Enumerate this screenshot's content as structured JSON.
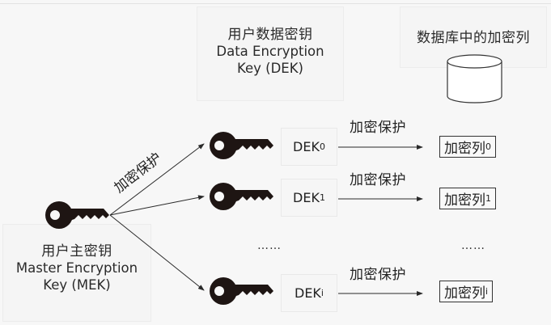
{
  "mek": {
    "label_cn": "用户主密钥",
    "label_en_line1": "Master Encryption",
    "label_en_line2": "Key (MEK)",
    "icon": "key-icon"
  },
  "dek_header": {
    "label_cn": "用户数据密钥",
    "label_en_line1": "Data Encryption",
    "label_en_line2": "Key (DEK)"
  },
  "database": {
    "title": "数据库中的加密列",
    "icon": "database-cylinder-icon"
  },
  "mek_arrow_label": "加密保护",
  "rows": [
    {
      "dek_name": "DEK",
      "dek_sub": "0",
      "arrow_label": "加密保护",
      "column_name": "加密列",
      "column_sub": "0"
    },
    {
      "dek_name": "DEK",
      "dek_sub": "1",
      "arrow_label": "加密保护",
      "column_name": "加密列",
      "column_sub": "1"
    },
    {
      "dek_name": "DEK",
      "dek_sub": "i",
      "arrow_label": "加密保护",
      "column_name": "加密列",
      "column_sub": "i"
    }
  ],
  "ellipsis_keys": "……",
  "ellipsis_columns": "……",
  "colors": {
    "background": "#f7f7f7",
    "key_fill": "#1e1513",
    "line": "#2a2a2a"
  }
}
